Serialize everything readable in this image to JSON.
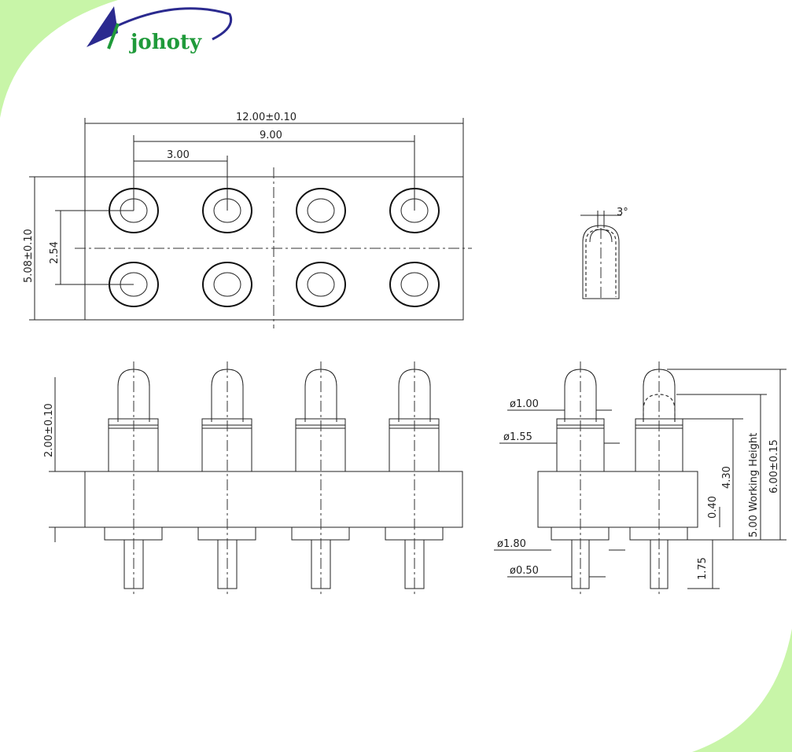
{
  "brand": {
    "name": "johoty"
  },
  "colors": {
    "corner_green": "#c8f5a8",
    "logo_blue": "#2b2a8f",
    "logo_green": "#1f9a3a",
    "line": "#222222"
  },
  "top_view": {
    "overall_width": "12.00±0.10",
    "outer_pitch": "9.00",
    "pitch": "3.00",
    "height": "5.08±0.10",
    "row_pitch": "2.54"
  },
  "tip_detail": {
    "angle": "3°"
  },
  "front_view": {
    "plunger_height": "2.00±0.10"
  },
  "side_view": {
    "plunger_dia": "ø1.00",
    "barrel_dia": "ø1.55",
    "tail_flange_dia": "ø1.80",
    "tail_dia": "ø0.50",
    "dim_430": "4.30",
    "dim_040": "0.40",
    "working_height": "5.00  Working  Height",
    "overall_height": "6.00±0.15",
    "tail_length": "1.75"
  }
}
